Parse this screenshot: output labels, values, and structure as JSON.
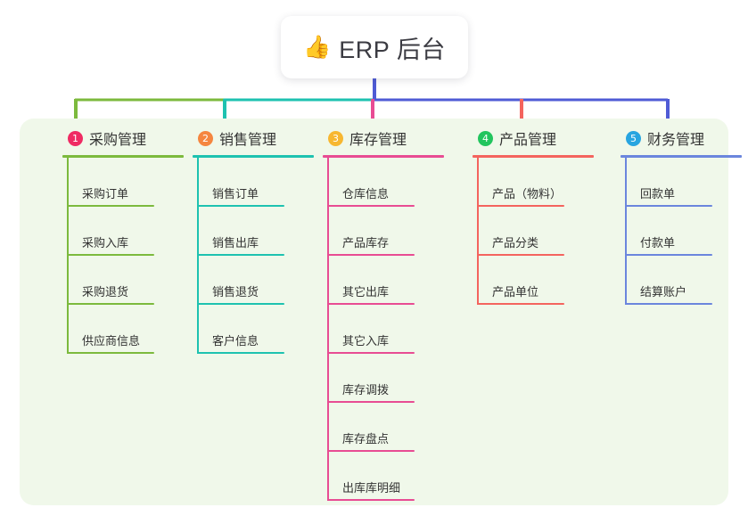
{
  "root": {
    "emoji": "👍",
    "emoji_name": "thumbs-up-icon",
    "title": "ERP 后台"
  },
  "theme": {
    "page_background": "#ffffff",
    "panel_background": "#f0f8ea",
    "root_card_background": "#ffffff",
    "root_title_color": "#3b3b42",
    "text_color": "#333333",
    "trunk_color": "#4f5bd5"
  },
  "branches": [
    {
      "number": "1",
      "label": "采购管理",
      "badge_color": "#ef2b63",
      "line_color": "#7cba3d",
      "connector_color": "#7cba3d",
      "items": [
        {
          "label": "采购订单"
        },
        {
          "label": "采购入库"
        },
        {
          "label": "采购退货"
        },
        {
          "label": "供应商信息"
        }
      ]
    },
    {
      "number": "2",
      "label": "销售管理",
      "badge_color": "#f5863f",
      "line_color": "#1ec2b0",
      "connector_color": "#1ec2b0",
      "items": [
        {
          "label": "销售订单"
        },
        {
          "label": "销售出库"
        },
        {
          "label": "销售退货"
        },
        {
          "label": "客户信息"
        }
      ]
    },
    {
      "number": "3",
      "label": "库存管理",
      "badge_color": "#f7b731",
      "line_color": "#e84c93",
      "connector_color": "#e84c93",
      "items": [
        {
          "label": "仓库信息"
        },
        {
          "label": "产品库存"
        },
        {
          "label": "其它出库"
        },
        {
          "label": "其它入库"
        },
        {
          "label": "库存调拨"
        },
        {
          "label": "库存盘点"
        },
        {
          "label": "出库库明细"
        }
      ]
    },
    {
      "number": "4",
      "label": "产品管理",
      "badge_color": "#22c55e",
      "line_color": "#f4645e",
      "connector_color": "#f4645e",
      "items": [
        {
          "label": "产品（物料）"
        },
        {
          "label": "产品分类"
        },
        {
          "label": "产品单位"
        }
      ]
    },
    {
      "number": "5",
      "label": "财务管理",
      "badge_color": "#28a5e0",
      "line_color": "#6b86dd",
      "connector_color": "#4f5bd5",
      "items": [
        {
          "label": "回款单"
        },
        {
          "label": "付款单"
        },
        {
          "label": "结算账户"
        }
      ]
    }
  ]
}
